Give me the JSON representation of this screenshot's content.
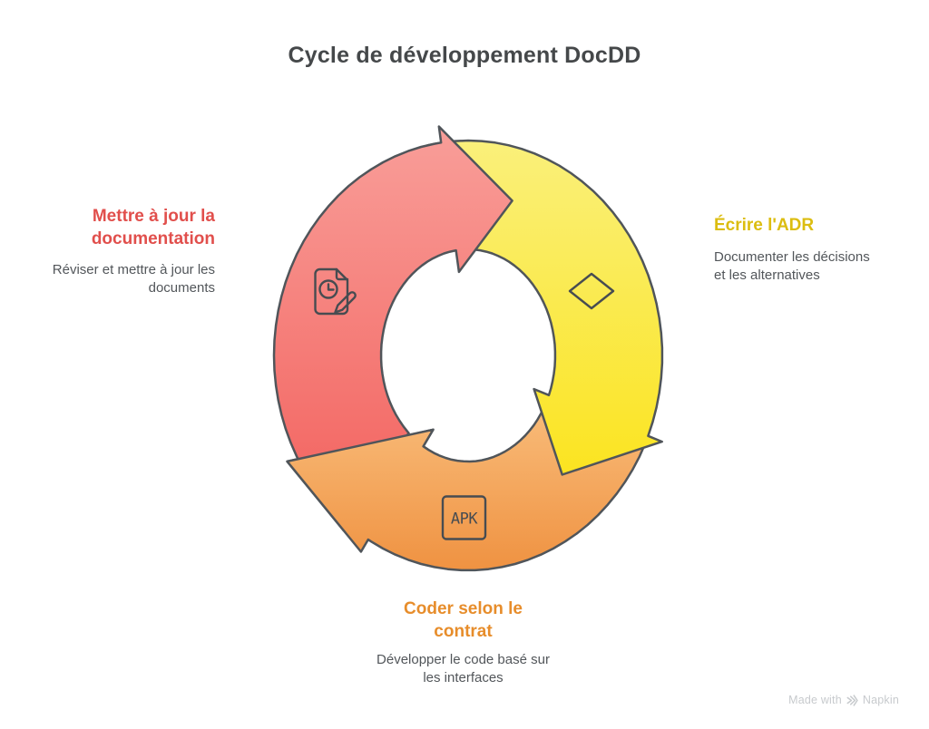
{
  "title": {
    "text": "Cycle de développement DocDD",
    "color": "#45484A"
  },
  "diagram": {
    "stroke_color": "#50555A",
    "icon_color": "#474C51",
    "text_color": "#52565A",
    "steps": [
      {
        "id": "update-docs",
        "label": "Mettre à jour la\ndocumentation",
        "description": "Réviser et mettre à jour les\ndocuments",
        "label_color": "#E14F4C",
        "fill_from": "#F9A09B",
        "fill_to": "#F2605C",
        "icon": "document-clock-pencil-icon"
      },
      {
        "id": "write-adr",
        "label": "Écrire l'ADR",
        "description": "Documenter les décisions\net les alternatives",
        "label_color": "#DCBD10",
        "fill_from": "#FAF07C",
        "fill_to": "#FBE420",
        "icon": "decision-diamond-icon"
      },
      {
        "id": "code-contract",
        "label": "Coder selon le\ncontrat",
        "description": "Développer le code basé sur\nles interfaces",
        "label_color": "#E78D2B",
        "fill_from": "#FBC88A",
        "fill_to": "#EF9140",
        "icon": "apk-box-icon",
        "icon_text": "APK"
      }
    ]
  },
  "watermark": {
    "prefix": "Made with",
    "brand": "Napkin",
    "color": "#C7CACD"
  }
}
